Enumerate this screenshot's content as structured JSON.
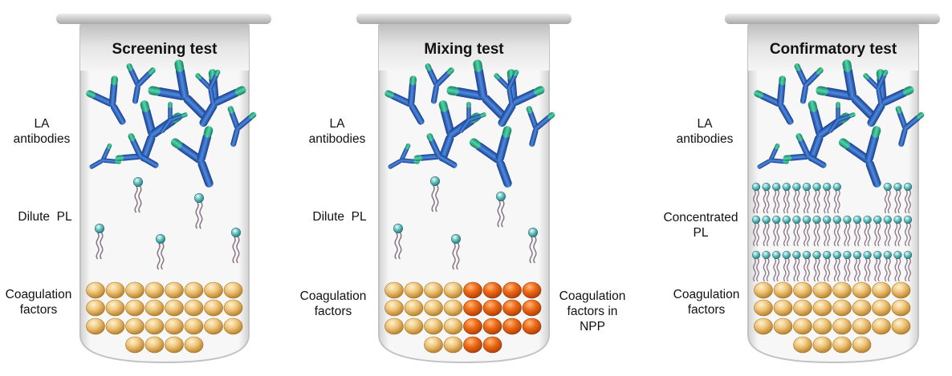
{
  "tubes": [
    {
      "title": "Screening test",
      "left_labels": {
        "antibodies": [
          "LA",
          "antibodies"
        ],
        "phospholipid": [
          "Dilute  PL"
        ],
        "factors": [
          "Coagulation",
          "factors"
        ]
      },
      "right_labels": null
    },
    {
      "title": "Mixing test",
      "left_labels": {
        "antibodies": [
          "LA",
          "antibodies"
        ],
        "phospholipid": [
          "Dilute  PL"
        ],
        "factors": [
          "Coagulation",
          "factors"
        ]
      },
      "right_labels": {
        "factors": [
          "Coagulation",
          "factors in",
          "NPP"
        ]
      }
    },
    {
      "title": "Confirmatory test",
      "left_labels": {
        "antibodies": [
          "LA",
          "antibodies"
        ],
        "phospholipid": [
          "Concentrated",
          "PL"
        ],
        "factors": [
          "Coagulation",
          "factors"
        ]
      },
      "right_labels": null
    }
  ],
  "colors": {
    "tube_outline": "#c9c9c9",
    "tube_header": "#d6d6d6",
    "antibody_blue": "#2f62b8",
    "antibody_tip_green": "#2bb48a",
    "phospholipid_head": "#4fb0b0",
    "phospholipid_tail": "#8a7584",
    "factor_tan": "#e3b25a",
    "factor_npp_orange": "#e26414"
  }
}
